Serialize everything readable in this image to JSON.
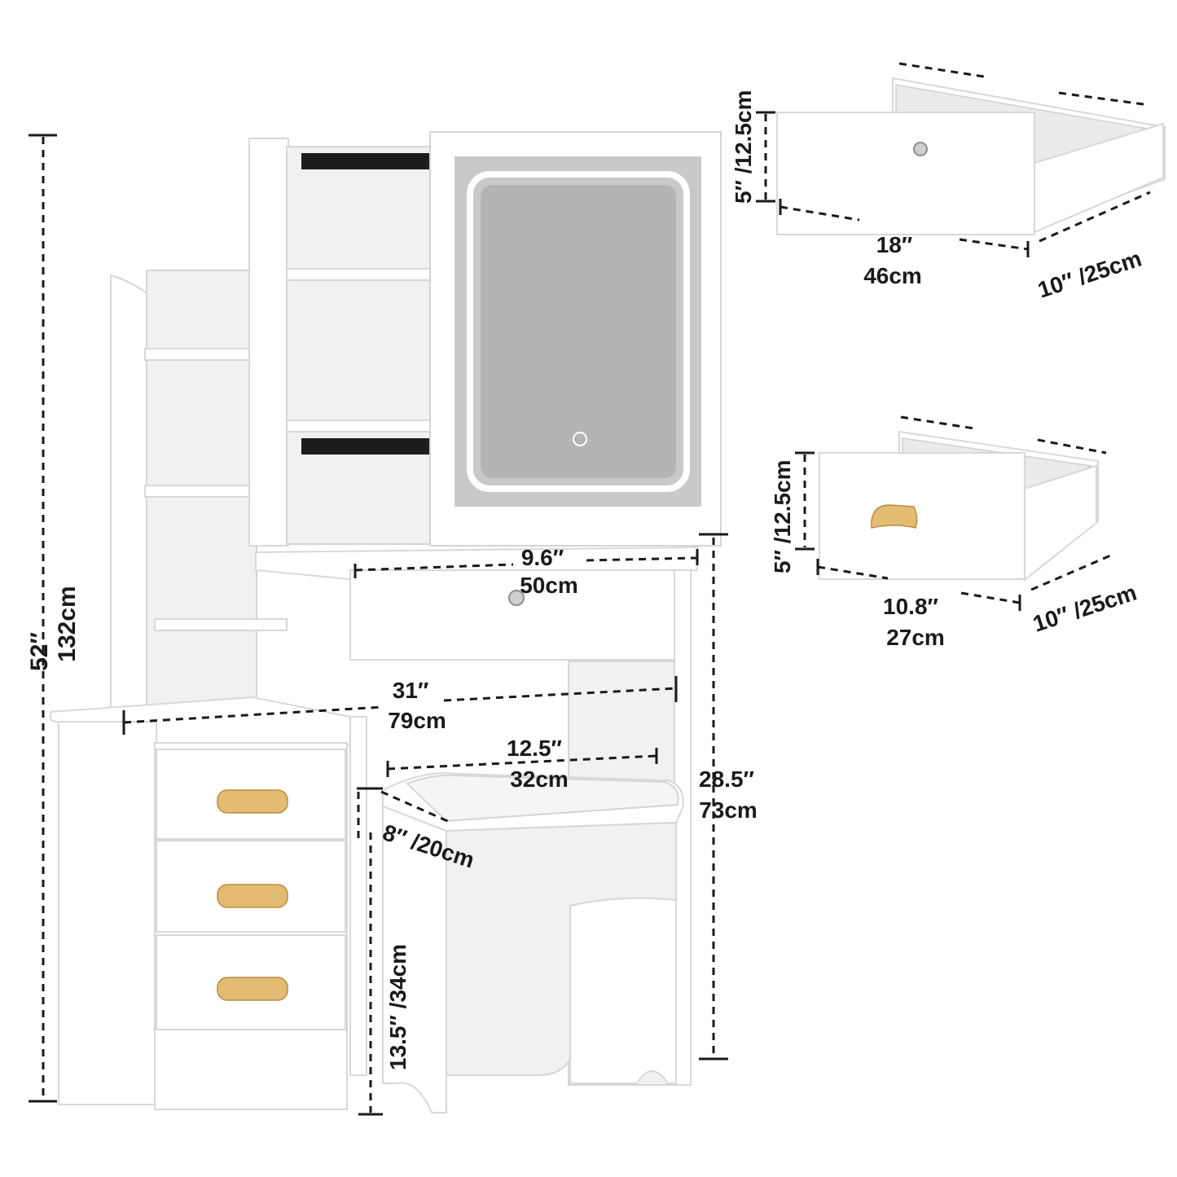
{
  "dimensions": {
    "total_height_in": "52″",
    "total_height_cm": "132cm",
    "table_width_in": "31″",
    "table_width_cm": "79cm",
    "drawer_width_in": "9.6″",
    "drawer_width_cm": "50cm",
    "table_height_in": "28.5″",
    "table_height_cm": "73cm",
    "stool_width_in": "12.5″",
    "stool_width_cm": "32cm",
    "stool_depth": "8″ /20cm",
    "stool_height": "13.5″ /34cm"
  },
  "large_drawer": {
    "height": "5″ /12.5cm",
    "width_in": "18″",
    "width_cm": "46cm",
    "depth": "10″ /25cm"
  },
  "small_drawer": {
    "height": "5″ /12.5cm",
    "width_in": "10.8″",
    "width_cm": "27cm",
    "depth": "10″ /25cm"
  },
  "colors": {
    "furniture": "#ffffff",
    "handle_wood": "#e4bb72",
    "mirror_glass": "#c8c8c8",
    "led": "#ffffff"
  }
}
